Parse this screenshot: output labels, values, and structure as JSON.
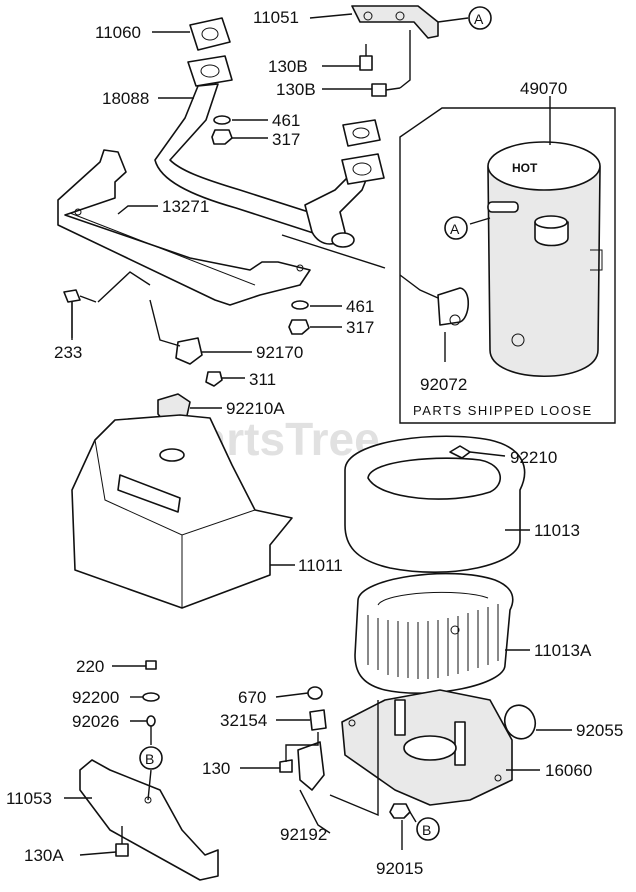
{
  "watermark": "PartsTree",
  "box_caption": "PARTS SHIPPED LOOSE",
  "labels": {
    "p11060": "11060",
    "p11051": "11051",
    "pA1": "A",
    "p130B_1": "130B",
    "p130B_2": "130B",
    "p49070": "49070",
    "p18088": "18088",
    "p461_1": "461",
    "p317_1": "317",
    "p13271": "13271",
    "pA2": "A",
    "p461_2": "461",
    "p317_2": "317",
    "p233": "233",
    "p92170": "92170",
    "p311": "311",
    "p92072": "92072",
    "p92210A": "92210A",
    "p92210": "92210",
    "p11013": "11013",
    "p11011": "11011",
    "p11013A": "11013A",
    "p220": "220",
    "p92200": "92200",
    "p92026": "92026",
    "p670": "670",
    "p32154": "32154",
    "p92055": "92055",
    "pB1": "B",
    "p130": "130",
    "p16060": "16060",
    "p11053": "11053",
    "p92192": "92192",
    "pB2": "B",
    "p130A": "130A",
    "p92015": "92015"
  }
}
